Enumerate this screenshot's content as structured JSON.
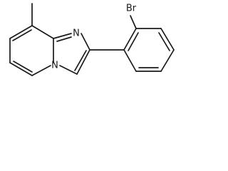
{
  "molecule": {
    "atoms": {
      "bromine": "Br",
      "imidazole_nitrogen": "N",
      "bridgehead_nitrogen": "N"
    }
  }
}
